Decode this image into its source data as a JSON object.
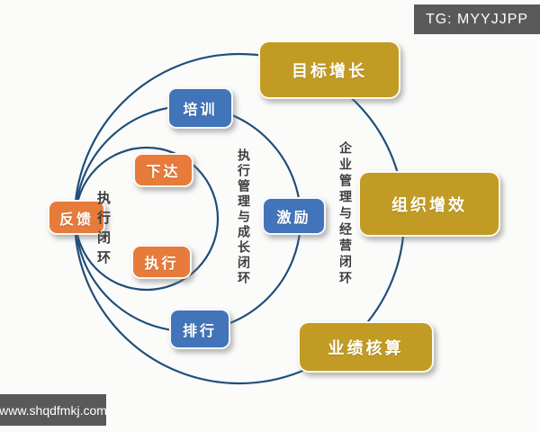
{
  "watermarks": {
    "telegram_badge": "TG: MYYJJPP",
    "website_badge": "www.shqdfmkj.com"
  },
  "diagram": {
    "nodes": {
      "goal_growth": {
        "label": "目标增长",
        "color": "#C19B23"
      },
      "training": {
        "label": "培训",
        "color": "#4174B8"
      },
      "assign": {
        "label": "下达",
        "color": "#E77B3B"
      },
      "feedback": {
        "label": "反馈",
        "color": "#E77B3B"
      },
      "execute": {
        "label": "执行",
        "color": "#E77B3B"
      },
      "motivate": {
        "label": "激励",
        "color": "#4174B8"
      },
      "org_efficiency": {
        "label": "组织增效",
        "color": "#C19B23"
      },
      "ranking": {
        "label": "排行",
        "color": "#4174B8"
      },
      "performance": {
        "label": "业绩核算",
        "color": "#C19B23"
      }
    },
    "loops": {
      "inner": "执行闭环",
      "middle": "执行管理与成长闭环",
      "outer": "企业管理与经营闭环"
    },
    "colors": {
      "gold": "#C19B23",
      "blue": "#4174B8",
      "orange": "#E77B3B",
      "circle_stroke": "#1F4E79",
      "badge_background": "#595959",
      "background": "#FBFBFA"
    }
  }
}
